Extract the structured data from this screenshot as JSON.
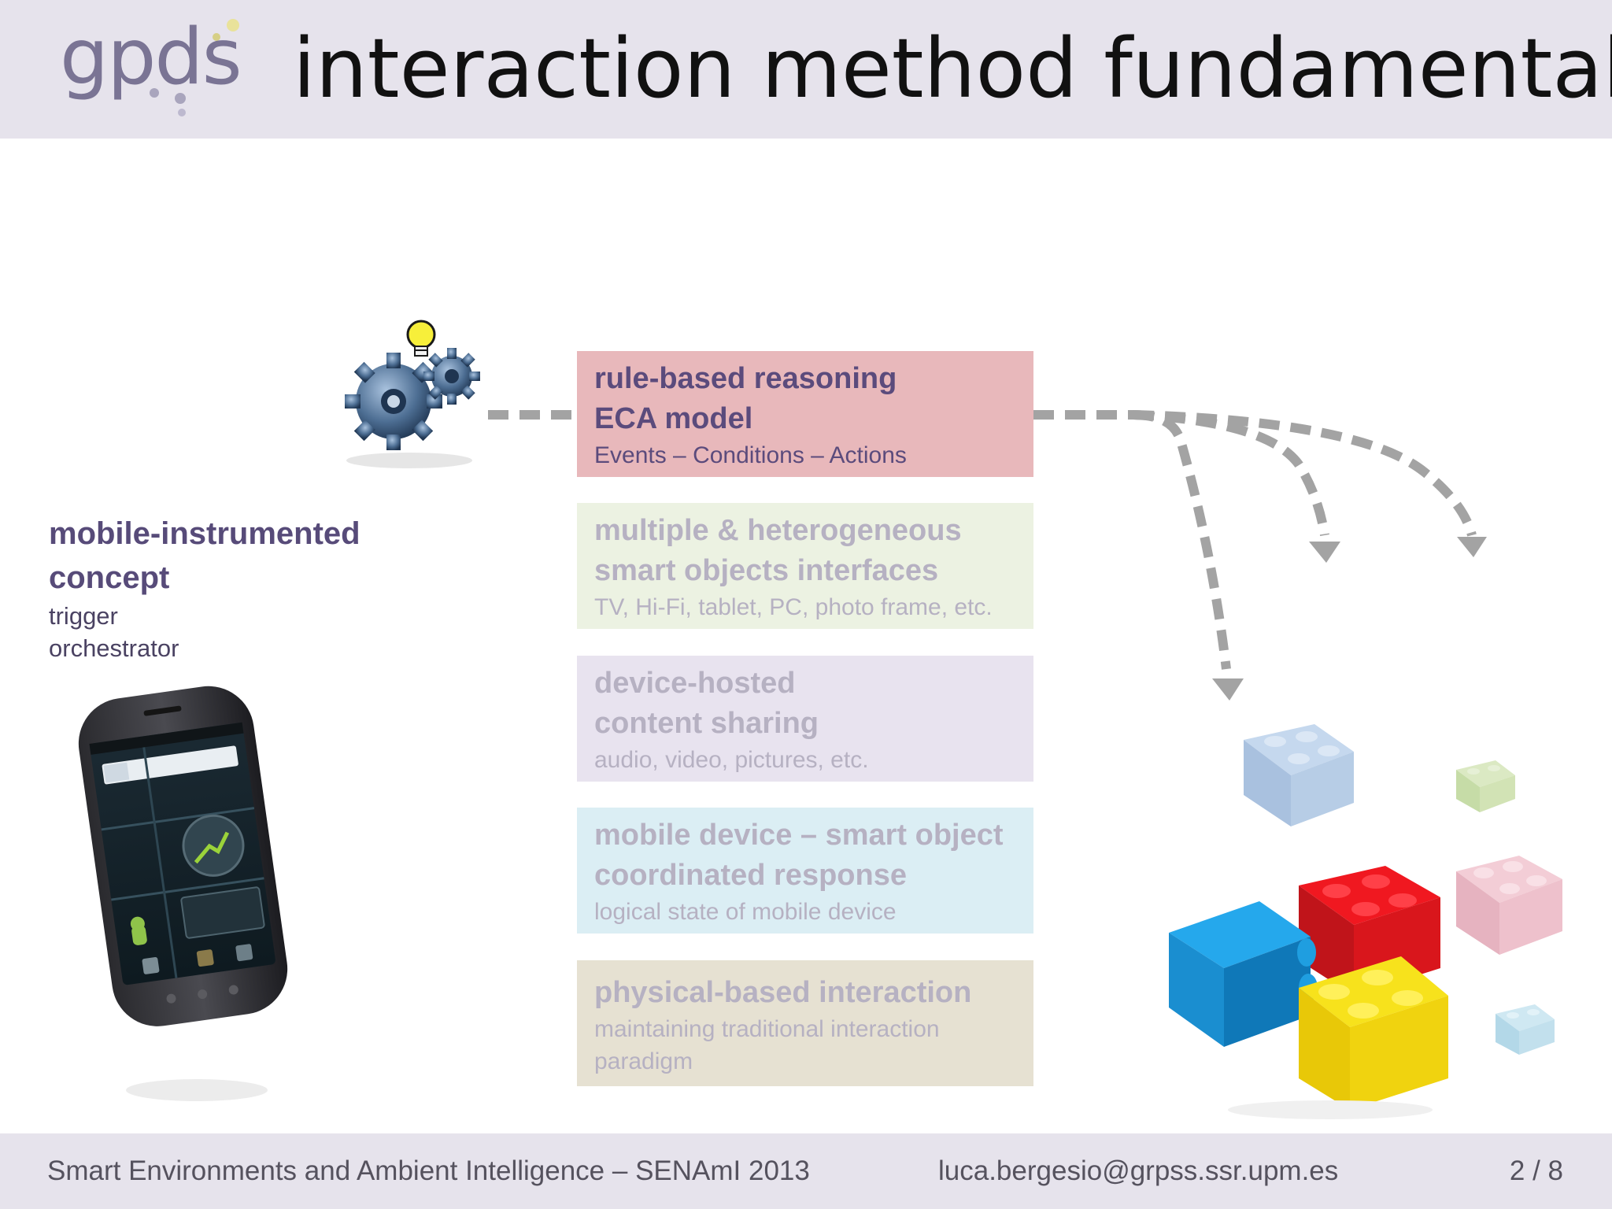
{
  "header": {
    "logo_text": "gpds",
    "title": "interaction method fundamentals"
  },
  "concept": {
    "heading_line1": "mobile-instrumented",
    "heading_line2": "concept",
    "sub_line1": "trigger",
    "sub_line2": "orchestrator"
  },
  "boxes": [
    {
      "title1": "rule-based reasoning",
      "title2": "ECA model",
      "sub1": "Events – Conditions – Actions",
      "color": "#e8b8bb"
    },
    {
      "title1": "multiple & heterogeneous",
      "title2": "smart objects interfaces",
      "sub1": "TV, Hi-Fi, tablet, PC, photo frame, etc.",
      "color": "#ecf2e2"
    },
    {
      "title1": "device-hosted",
      "title2": "content sharing",
      "sub1": "audio, video, pictures, etc.",
      "color": "#e8e3ef"
    },
    {
      "title1": "mobile device – smart object",
      "title2": "coordinated response",
      "sub1": "logical state of mobile device",
      "color": "#dbeef4"
    },
    {
      "title1": "physical-based interaction",
      "sub1": "maintaining traditional interaction",
      "sub2": "paradigm",
      "color": "#e6e1d2"
    }
  ],
  "icons": {
    "gears": "gears-with-lightbulb-icon",
    "phone": "smartphone-image",
    "blocks": "toy-building-blocks-image"
  },
  "footer": {
    "event": "Smart Environments and Ambient Intelligence – SENAmI 2013",
    "email": "luca.bergesio@grpss.ssr.upm.es",
    "page": "2 / 8"
  }
}
